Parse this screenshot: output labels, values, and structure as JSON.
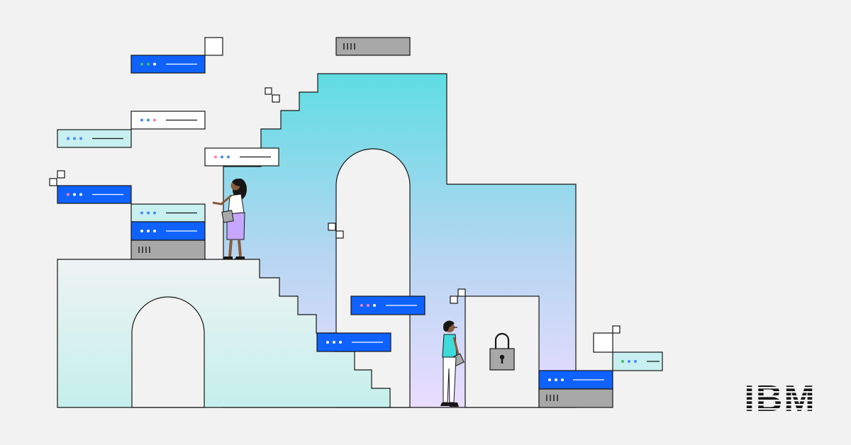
{
  "brand": {
    "logo_text": "IBM",
    "logo_color": "#161616"
  },
  "colors": {
    "background": "#f2f2f2",
    "outline": "#161616",
    "blue": "#0f62fe",
    "white": "#ffffff",
    "teal_light": "#c8f0f0",
    "gray": "#a8a8a8",
    "gradient_top": "#5fdde3",
    "gradient_bottom": "#e8dcff",
    "dot_pink": "#ff7eb6",
    "dot_green": "#42be65",
    "dot_blue": "#4589ff",
    "dot_white": "#ffffff"
  },
  "icons": [
    "padlock-icon",
    "server-block",
    "person-figure"
  ]
}
